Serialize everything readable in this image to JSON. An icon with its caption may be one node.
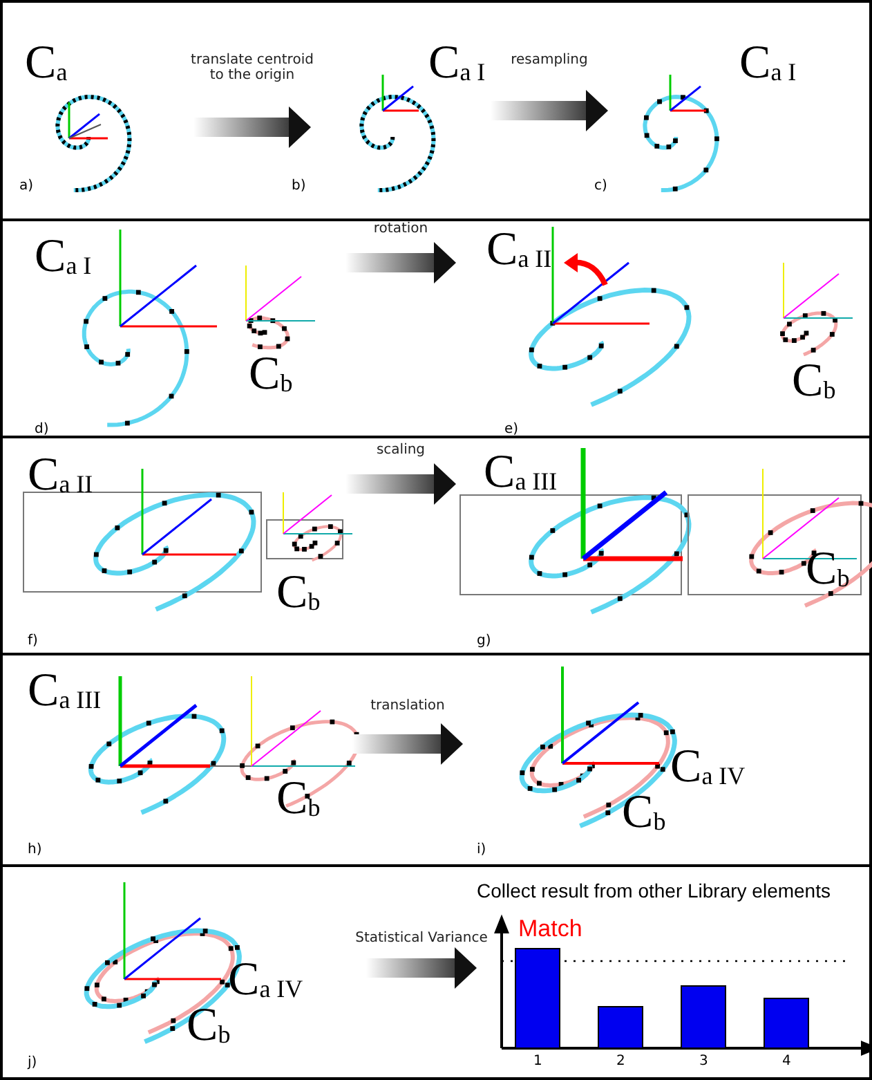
{
  "diagram": {
    "nodes": [
      {
        "text": [
          "C$_{a}$"
        ],
        "beside": [
          "a)"
        ]
      },
      {
        "text": [
          "C$_{a I}$"
        ],
        "beside": [
          "b)"
        ]
      },
      {
        "text": [
          "C$_{a I}$"
        ],
        "beside": [
          "c)"
        ]
      },
      {
        "text": [
          "C$_{a I}$",
          "C$_{b}$"
        ],
        "beside": [
          "d)"
        ]
      },
      {
        "text": [
          "C$_{a II}$",
          "C$_{b}$"
        ],
        "beside": [
          "e)"
        ]
      },
      {
        "text": [
          "C$_{a II}$",
          "C$_{b}$"
        ],
        "beside": [
          "f)"
        ]
      },
      {
        "text": [
          "C$_{a III}$",
          "C$_{b}$"
        ],
        "beside": [
          "g)"
        ]
      },
      {
        "text": [
          "C$_{a III}$",
          "C$_{b}$"
        ],
        "beside": [
          "h)"
        ]
      },
      {
        "text": [
          "C$_{a IV}$",
          "C$_{b}$"
        ],
        "beside": [
          "i)"
        ]
      },
      {
        "text": [
          "C$_{a IV}$",
          "C$_{b}$"
        ],
        "beside": [
          "j)"
        ]
      },
      {
        "text": [
          "Collect result from other Library elements",
          "Match"
        ]
      }
    ],
    "edges": [
      {
        "from": 0,
        "to": 1,
        "arrow": "to",
        "label": "translate centroid to the origin"
      },
      {
        "from": 1,
        "to": 2,
        "arrow": "to",
        "label": "resampling"
      },
      {
        "from": 3,
        "to": 4,
        "arrow": "to",
        "label": "rotation"
      },
      {
        "from": 5,
        "to": 6,
        "arrow": "to",
        "label": "scaling"
      },
      {
        "from": 7,
        "to": 8,
        "arrow": "to",
        "label": "translation"
      },
      {
        "from": 9,
        "to": 10,
        "arrow": "to",
        "label": "Statistical Variance"
      }
    ],
    "labels": [
      "1",
      "2",
      "3",
      "4"
    ]
  }
}
